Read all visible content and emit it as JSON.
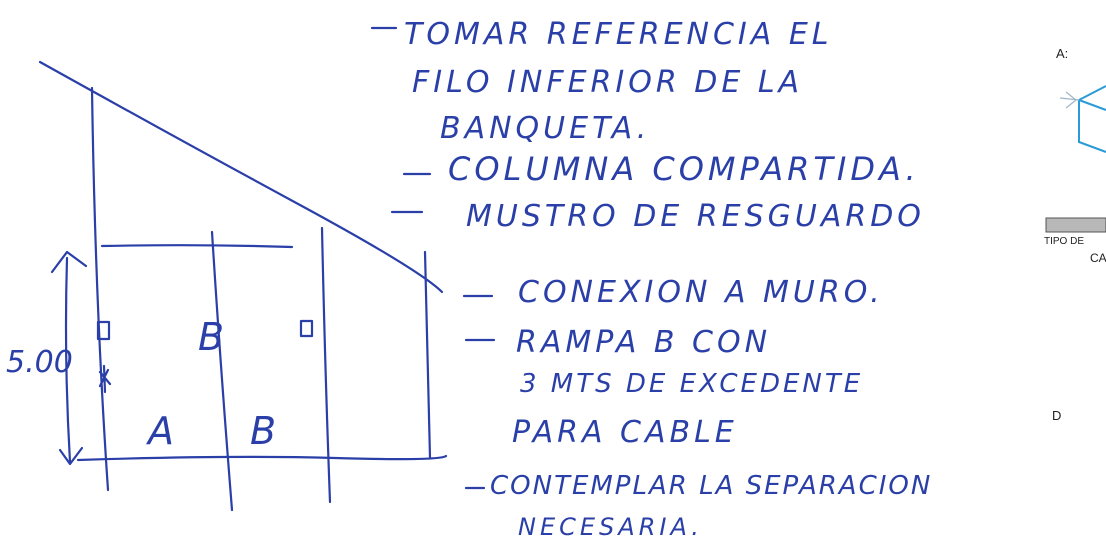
{
  "colors": {
    "ink": "#2a3fa8",
    "cube": "#2a9bd6",
    "print": "#222222",
    "bar": "#b8b8b8"
  },
  "sketch": {
    "dimension": "5.00",
    "bay_a": "A",
    "bay_b": "B",
    "column_mark_center": "B",
    "column_marks": [
      "column-mark",
      "column-mark"
    ]
  },
  "notes": {
    "note_1_line_1": "TOMAR REFERENCIA EL",
    "note_1_line_2": "FILO INFERIOR DE LA",
    "note_1_line_3": "BANQUETA.",
    "note_2": "COLUMNA COMPARTIDA.",
    "note_3": "MUSTRO DE RESGUARDO",
    "note_4": "CONEXION A MURO.",
    "note_5_line_1": "RAMPA B CON",
    "note_5_line_2": "3 MTS DE EXCEDENTE",
    "note_5_line_3": "PARA CABLE",
    "note_6_line_1": "CONTEMPLAR LA SEPARACION",
    "note_6_line_2": "NECESARIA."
  },
  "side_panel": {
    "label_a": "A:",
    "tipo_text": "TIPO DE",
    "ca_text": "CA",
    "label_d": "D",
    "cube_icon": "cube-icon"
  }
}
